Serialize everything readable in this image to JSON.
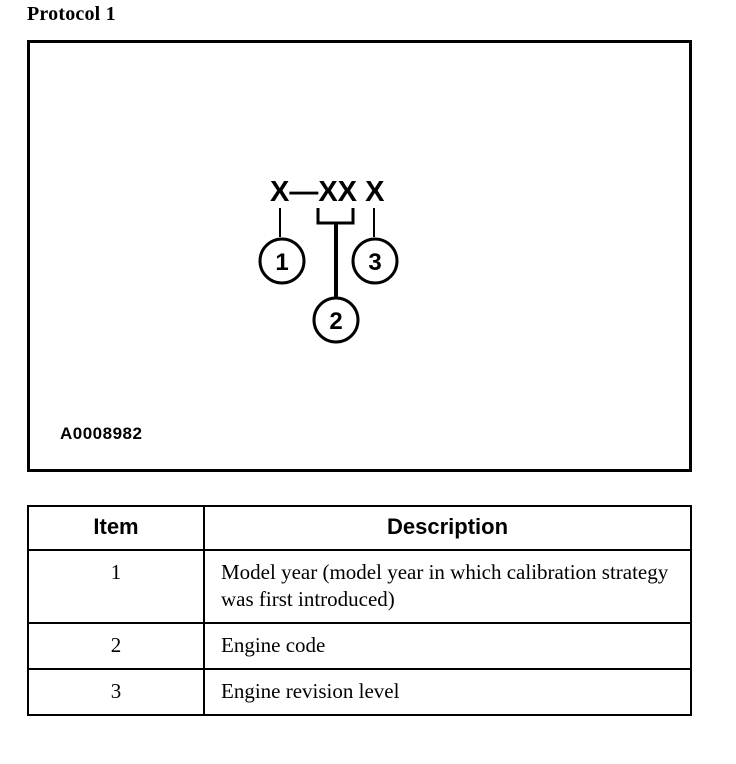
{
  "page": {
    "title": "Protocol 1"
  },
  "figure": {
    "id_label": "A0008982",
    "code_string": "X—XX X",
    "code_segments": [
      {
        "text": "X",
        "meaning": "model-year-character"
      },
      {
        "text": "—",
        "meaning": "separator-dash"
      },
      {
        "text": "XX",
        "meaning": "engine-code-characters"
      },
      {
        "text": "X",
        "meaning": "engine-revision-character"
      }
    ],
    "callouts": [
      {
        "number": "1",
        "points_to": "model-year-character"
      },
      {
        "number": "2",
        "points_to": "engine-code-characters"
      },
      {
        "number": "3",
        "points_to": "engine-revision-character"
      }
    ]
  },
  "table": {
    "headers": [
      "Item",
      "Description"
    ],
    "rows": [
      {
        "item": "1",
        "description": "Model year (model year in which calibration strategy was first introduced)"
      },
      {
        "item": "2",
        "description": "Engine code"
      },
      {
        "item": "3",
        "description": "Engine revision level"
      }
    ]
  },
  "colors": {
    "ink": "#000000",
    "paper": "#ffffff"
  }
}
